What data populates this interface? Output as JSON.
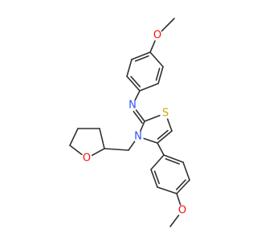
{
  "molecule": {
    "colors": {
      "bond": "#303030",
      "O": "#ff0d0d",
      "N": "#3050f8",
      "S": "#c8a800",
      "background": "#ffffff"
    },
    "atoms": [
      {
        "id": "o_top",
        "element": "O",
        "label": "O"
      },
      {
        "id": "n_imine",
        "element": "N",
        "label": "N"
      },
      {
        "id": "s_ring",
        "element": "S",
        "label": "S"
      },
      {
        "id": "n_ring",
        "element": "N",
        "label": "N"
      },
      {
        "id": "o_thf",
        "element": "O",
        "label": "O"
      },
      {
        "id": "o_bottom",
        "element": "O",
        "label": "O"
      }
    ]
  }
}
